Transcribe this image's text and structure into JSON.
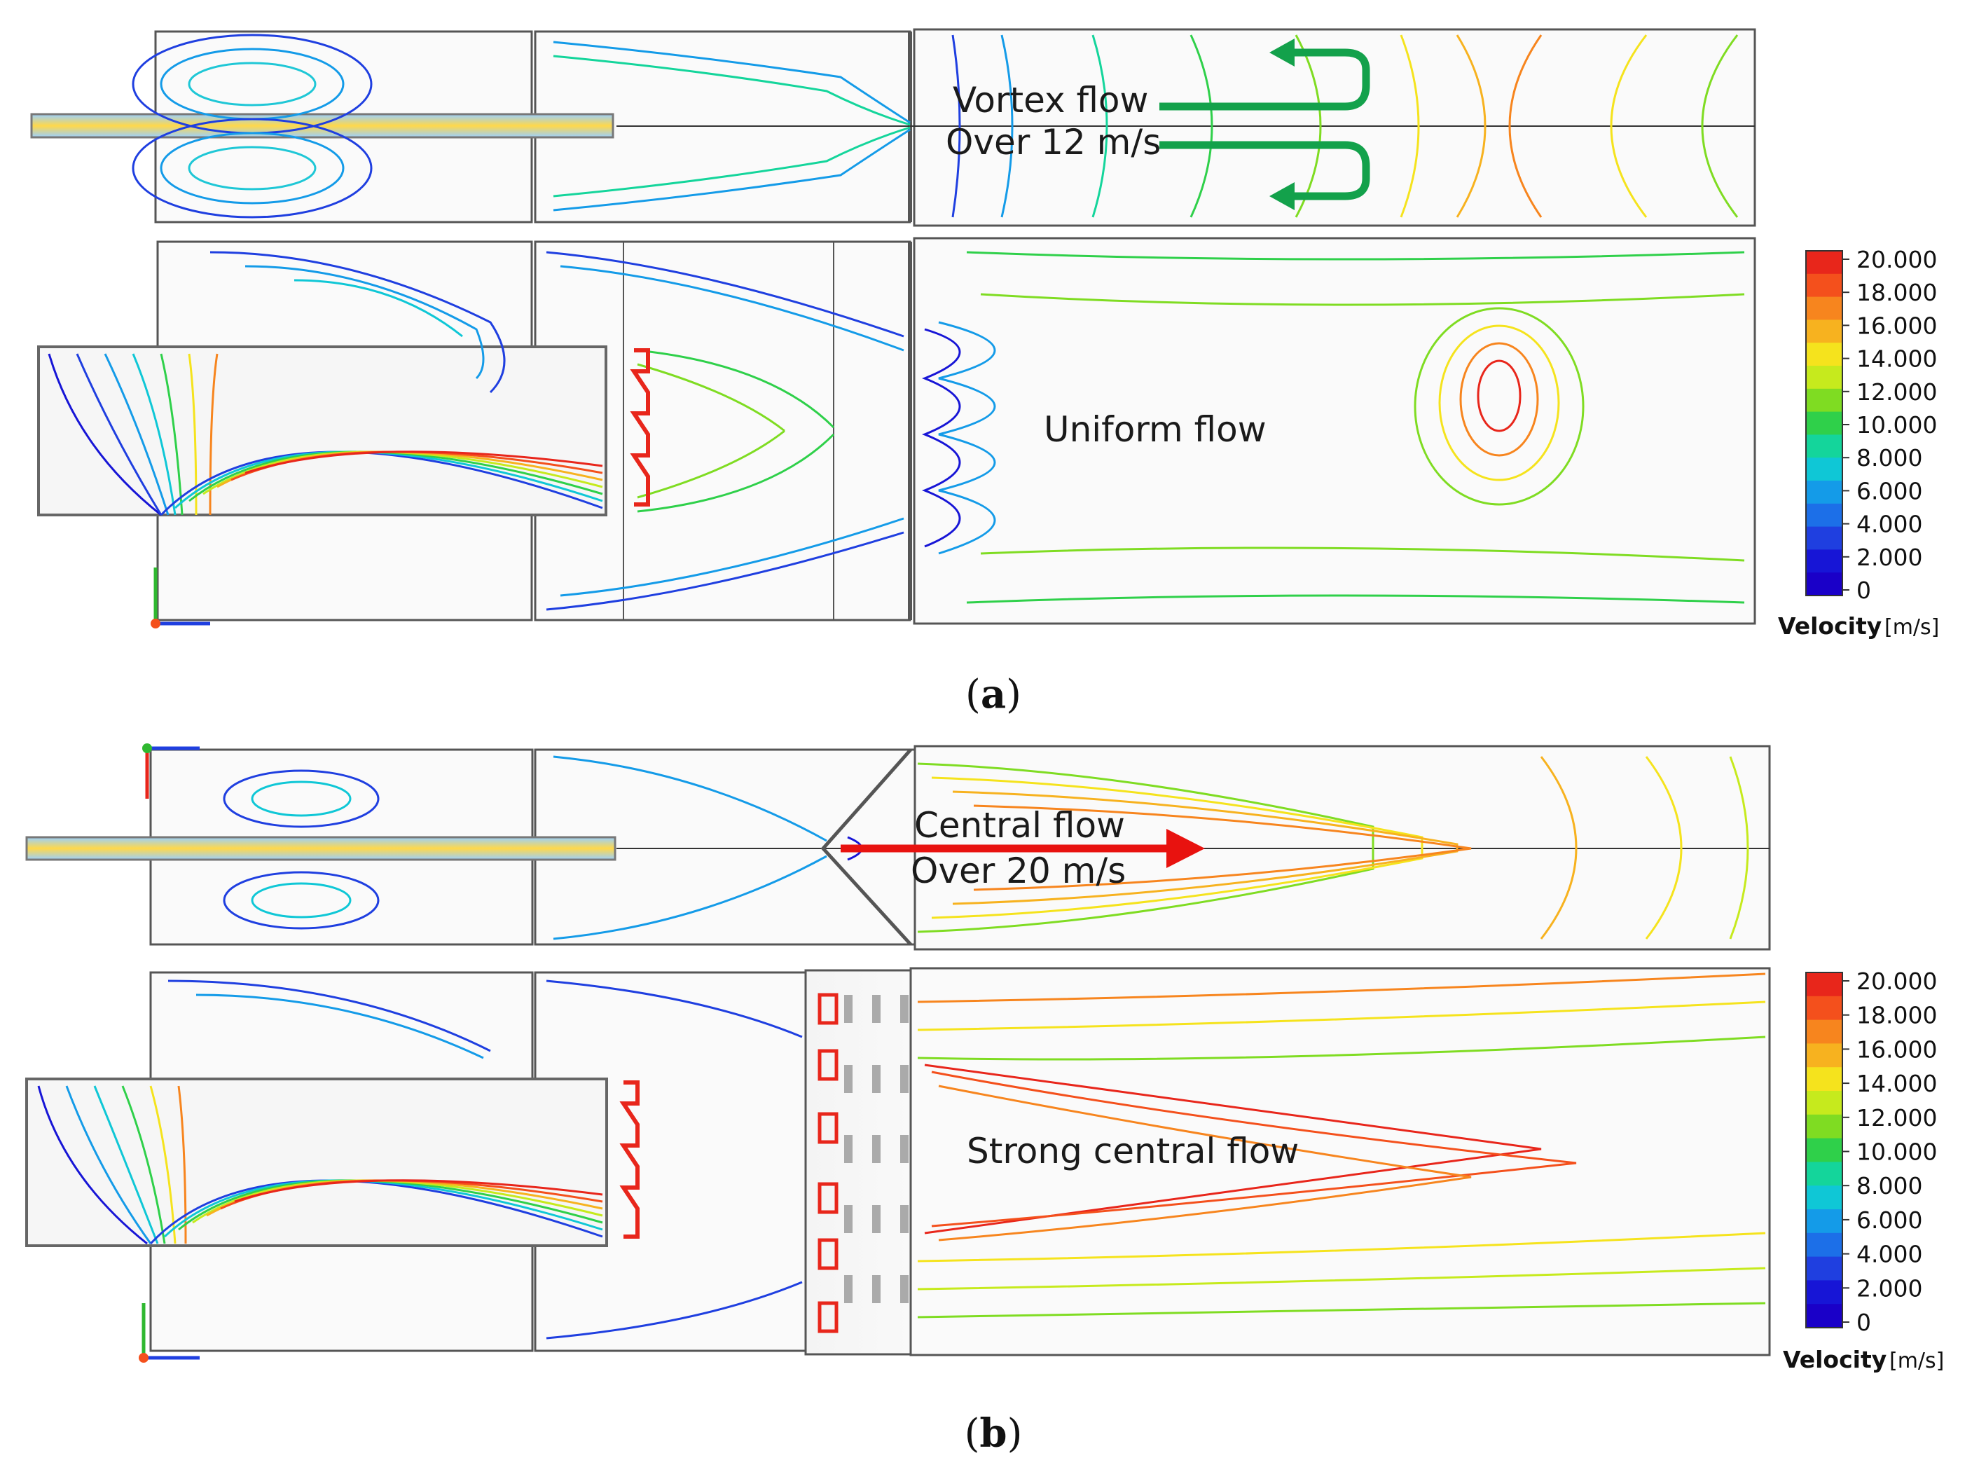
{
  "figure": {
    "panel_a": {
      "caption_open": "(",
      "caption_letter": "a",
      "caption_close": ")",
      "annotation_vortex_line1": "Vortex flow",
      "annotation_vortex_line2": "Over 12 m/s",
      "annotation_uniform": "Uniform flow"
    },
    "panel_b": {
      "caption_open": "(",
      "caption_letter": "b",
      "caption_close": ")",
      "annotation_central_line1": "Central flow",
      "annotation_central_line2": "Over 20 m/s",
      "annotation_strong": "Strong central flow"
    },
    "legend": {
      "title": "Velocity",
      "unit": "[m/s]",
      "ticks": [
        "20.000",
        "18.000",
        "16.000",
        "14.000",
        "12.000",
        "10.000",
        "8.000",
        "6.000",
        "4.000",
        "2.000",
        "0"
      ],
      "colors": [
        "#e8261b",
        "#f4501c",
        "#f7851e",
        "#f7b21f",
        "#f5e31d",
        "#c6ea1d",
        "#7fdc22",
        "#2fd04a",
        "#14d59b",
        "#0fc7d6",
        "#149be8",
        "#1c6fe8",
        "#1f3fe0",
        "#1715d6",
        "#1a00c8"
      ]
    },
    "colors": {
      "vortex_arrow": "#13a14b",
      "central_arrow": "#e8120f",
      "frame": "#555555"
    }
  }
}
